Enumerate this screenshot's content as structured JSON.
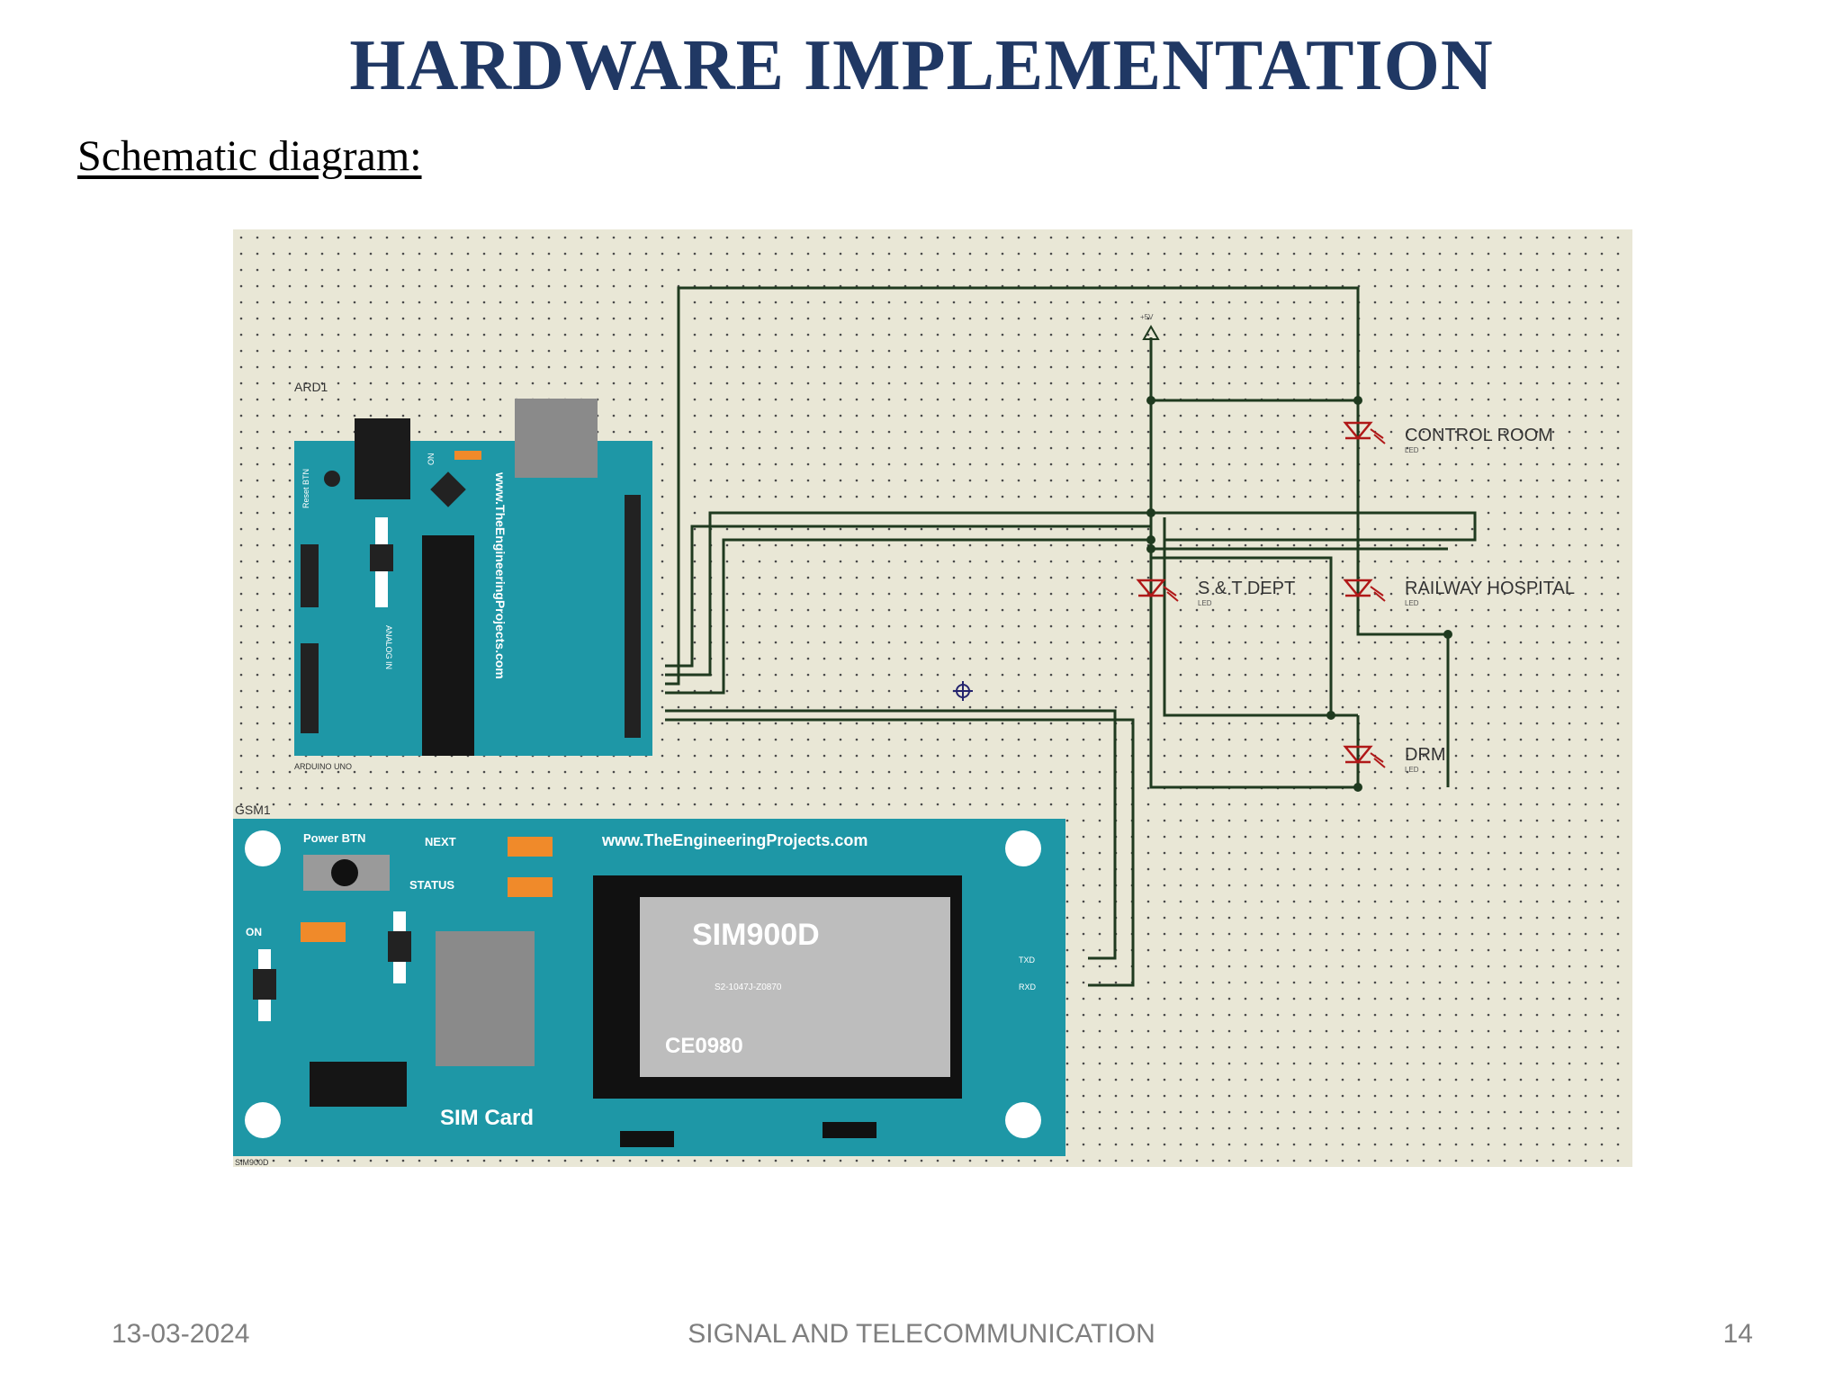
{
  "slide": {
    "title": "HARDWARE IMPLEMENTATION",
    "subtitle": "Schematic diagram:"
  },
  "schematic": {
    "arduino": {
      "ref": "ARD1",
      "model": "ARDUINO UNO",
      "website": "www.TheEngineeringProjects.com",
      "reset_label": "Reset BTN",
      "on_label": "ON",
      "analog_label": "ANALOG IN"
    },
    "gsm": {
      "ref": "GSM1",
      "power_label": "Power BTN",
      "netlight_label": "NEXT",
      "status_label": "STATUS",
      "on_label": "ON",
      "website": "www.TheEngineeringProjects.com",
      "chip": "SIM900D",
      "chip_serial": "S2-1047J-Z0870",
      "chip_cert": "CE0980",
      "sim_label": "SIM Card",
      "txd_label": "TXD",
      "rxd_label": "RXD",
      "module_label": "SIM900D"
    },
    "supply_label": "+5V",
    "leds": [
      {
        "name": "CONTROL ROOM",
        "type": "LED"
      },
      {
        "name": "S & T DEPT",
        "type": "LED"
      },
      {
        "name": "RAILWAY HOSPITAL",
        "type": "LED"
      },
      {
        "name": "DRM",
        "type": "LED"
      }
    ],
    "colors": {
      "grid_bg": "#e9e7d6",
      "board": "#1e97a6",
      "wire": "#1f3a1f",
      "led": "#b01818",
      "chip_frame": "#111111",
      "chip_face": "#bdbdbd",
      "connector": "#f08a2a"
    }
  },
  "footer": {
    "date": "13-03-2024",
    "center": "SIGNAL AND TELECOMMUNICATION",
    "page": "14"
  }
}
